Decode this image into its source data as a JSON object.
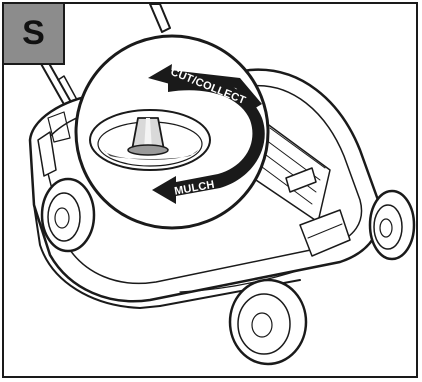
{
  "figure": {
    "step_letter": "S",
    "labels": {
      "cut_collect": "CUT/COLLECT",
      "mulch": "MULCH"
    }
  }
}
